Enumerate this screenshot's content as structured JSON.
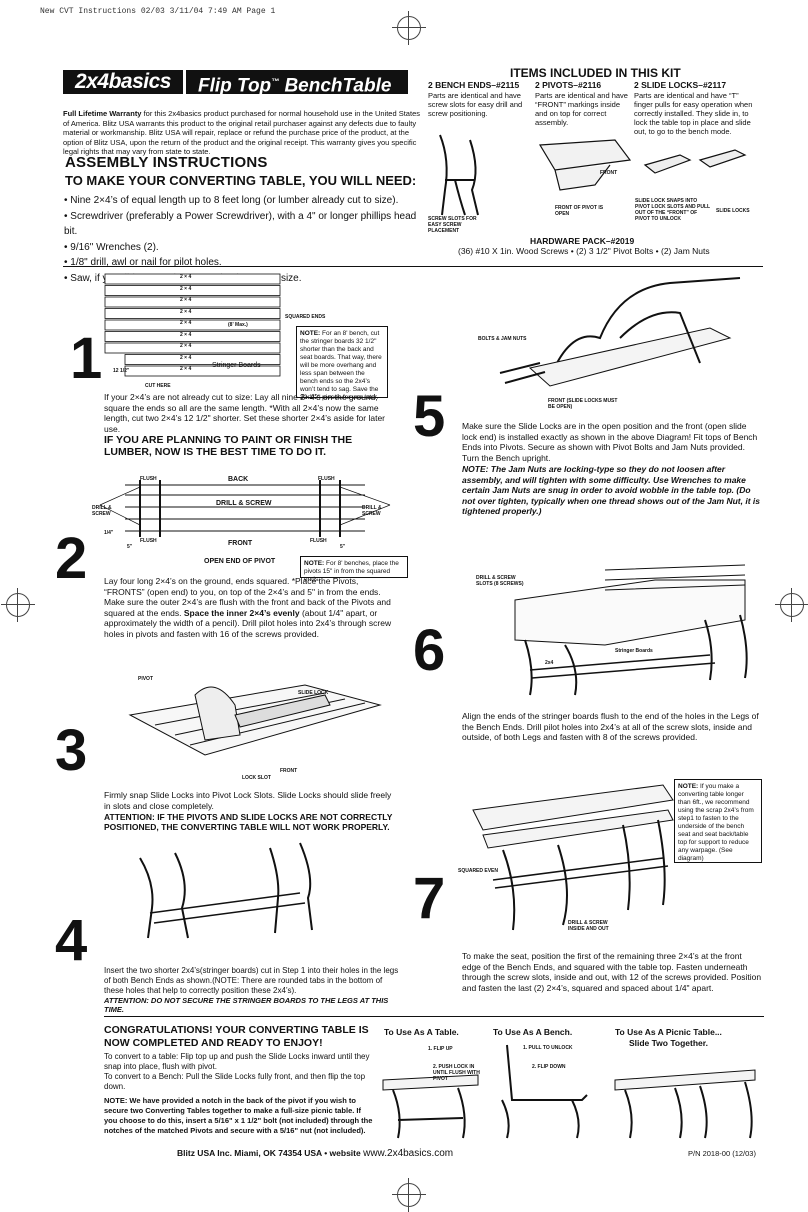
{
  "print_header": "New CVT Instructions 02/03   3/11/04   7:49 AM   Page 1",
  "logo": "2x4basics",
  "product_title": "Flip Top",
  "product_title_tm": "™",
  "product_title_rest": "BenchTable",
  "warranty": {
    "label": "Full Lifetime Warranty",
    "text": "for this 2x4basics product purchased for normal household use in the United States of America. Blitz USA warrants this product to the original retail purchaser against any defects due to faulty material or workmanship. Blitz USA will repair, replace or refund the purchase price of the product, at the option of Blitz USA, upon the return of the product and the original receipt. This warranty gives you specific legal rights that may vary from state to state."
  },
  "assembly_heading": "ASSEMBLY INSTRUCTIONS",
  "need_heading": "TO MAKE YOUR CONVERTING TABLE, YOU WILL NEED:",
  "needs": [
    "• Nine 2×4’s of equal length up to 8 feet long (or lumber already cut to size).",
    "• Screwdriver (preferably a Power Screwdriver), with a 4\" or longer phillips head bit.",
    "• 9/16\" Wrenches (2).",
    "• 1/8\" drill, awl or nail for pilot holes.",
    "• Saw, if you did not purchase your lumber cut to size."
  ],
  "kit": {
    "heading": "ITEMS INCLUDED IN THIS KIT",
    "items": [
      {
        "title": "2 BENCH ENDS–#2115",
        "text": "Parts are identical and have screw slots for easy drill and screw positioning."
      },
      {
        "title": "2 PIVOTS–#2116",
        "text": "Parts are identical and have “FRONT” markings inside and on top for correct assembly."
      },
      {
        "title": "2 SLIDE LOCKS–#2117",
        "text": "Parts are identical and have “T” finger pulls for easy operation when correctly installed. They slide in, to lock the table top in place and slide out, to go to the bench mode."
      }
    ],
    "callouts": {
      "screw_slots": "SCREW SLOTS FOR EASY SCREW PLACEMENT",
      "front": "FRONT",
      "front_of_pivot": "FRONT OF PIVOT IS OPEN",
      "slide_snaps": "SLIDE LOCK SNAPS INTO PIVOT LOCK SLOTS AND PULL OUT OF THE “FRONT” OF PIVOT TO UNLOCK",
      "slide_locks": "SLIDE LOCKS"
    },
    "hardware_heading": "HARDWARE PACK–#2019",
    "hardware_text": "(36) #10 X 1in. Wood Screws • (2) 3 1/2\" Pivot Bolts • (2) Jam Nuts"
  },
  "step1": {
    "number": "1",
    "boards": [
      "2 × 4",
      "2 × 4",
      "2 × 4",
      "2 × 4",
      "2 × 4",
      "2 × 4",
      "2 × 4",
      "2 × 4",
      "2 × 4"
    ],
    "squared_ends": "SQUARED ENDS",
    "max": "(8' Max.)",
    "stringer": "Stringer Boards",
    "dim": "12 1/2\"",
    "cut_here": "CUT HERE",
    "note_label": "NOTE:",
    "note": "For an 8' bench, cut the stringer boards 32 1/2\" shorter than the back and seat boards. That way, there will be more overhang and less span between the bench ends so the 2x4’s won’t tend to sag. Save the 32 1/2\" pieces for use later.",
    "text": "If your 2×4’s are not already cut to size: Lay all nine 2×4’s on the ground, square the ends so all are the same length. *With all 2×4’s now the same length, cut two 2×4’s 12 1/2\" shorter. Set these shorter 2×4’s aside for later use.",
    "warning": "IF YOU ARE PLANNING TO PAINT OR FINISH THE LUMBER, NOW IS THE BEST TIME TO DO IT."
  },
  "step2": {
    "number": "2",
    "labels": {
      "flush": "FLUSH",
      "back": "BACK",
      "drill_screw": "DRILL & SCREW",
      "front": "FRONT",
      "five": "5\"",
      "quarter": "1/4\"",
      "open_end": "OPEN END OF PIVOT"
    },
    "note_label": "NOTE:",
    "note": "For 8' benches, place the pivots 15\" in from the squared ends.",
    "text1": "Lay four long 2×4’s on the ground, ends squared. *Place the Pivots, “FRONTS” (open end) to you, on top of the 2×4’s and 5\" in from the ends. Make sure the outer 2×4’s are flush with the front and back of the Pivots and squared at the ends.",
    "text2_bold": "Space the inner 2×4’s evenly",
    "text2": "(about 1/4\" apart, or approximately the width of a pencil). Drill pilot holes into 2x4’s through screw holes in pivots and fasten with 16 of the screws provided."
  },
  "step3": {
    "number": "3",
    "labels": {
      "pivot": "PIVOT",
      "slide_lock": "SLIDE LOCK",
      "lock_slot": "LOCK SLOT",
      "front": "FRONT"
    },
    "text": "Firmly snap Slide Locks into Pivot Lock Slots. Slide Locks should slide freely in slots and close completely.",
    "warning": "ATTENTION: IF THE PIVOTS AND SLIDE LOCKS ARE NOT CORRECTLY POSITIONED, THE CONVERTING TABLE WILL NOT WORK PROPERLY."
  },
  "step4": {
    "number": "4",
    "text": "Insert the two shorter 2x4’s(stringer boards) cut in Step 1 into their holes in the legs of both Bench Ends as shown.(NOTE: There are rounded tabs in the bottom of these holes that help to correctly position these 2x4’s).",
    "warning": "ATTENTION: DO NOT SECURE THE STRINGER BOARDS TO THE LEGS AT THIS TIME."
  },
  "step5": {
    "number": "5",
    "labels": {
      "bolts": "BOLTS & JAM NUTS",
      "front_note": "FRONT (SLIDE LOCKS MUST BE OPEN)"
    },
    "text": "Make sure the Slide Locks are in the open position and the front (open slide lock end) is installed exactly as shown in the above Diagram! Fit tops of Bench Ends into Pivots. Secure as shown with Pivot Bolts and Jam Nuts provided. Turn the Bench upright.",
    "note": "NOTE: The Jam Nuts are locking-type so they do not loosen after assembly, and will tighten with some difficulty. Use Wrenches to make certain Jam Nuts are snug in order to avoid wobble in the table top. (Do not over tighten, typically when one thread shows out of the Jam Nut, it is tightened properly.)"
  },
  "step6": {
    "number": "6",
    "labels": {
      "drill": "DRILL & SCREW SLOTS (8 SCREWS)",
      "two_by_four": "2x4",
      "stringer": "Stringer Boards"
    },
    "text": "Align the ends of the stringer boards flush to the end of the holes in the Legs of the Bench Ends. Drill pilot holes into 2x4’s at all of the screw slots, inside and outside, of both Legs and fasten with 8 of the screws provided."
  },
  "step7": {
    "number": "7",
    "labels": {
      "squared": "SQUARED EVEN",
      "drill": "DRILL & SCREW INSIDE AND OUT"
    },
    "note_label": "NOTE:",
    "note": "If you make a converting table longer than 6ft., we recommend using the scrap 2x4’s from step1 to fasten to the underside of the bench seat and seat back/table top for support to reduce any warpage. (See diagram)",
    "text": "To make the seat, position the first of the remaining three 2×4’s at the front edge of the Bench Ends, and squared with the table top. Fasten underneath through the screw slots, inside and out, with 12 of the screws provided. Position and fasten the last (2) 2×4’s, squared and spaced about 1/4\" apart."
  },
  "congrats": {
    "heading": "CONGRATULATIONS! YOUR CONVERTING TABLE IS NOW COMPLETED AND READY TO ENJOY!",
    "text1": "To convert to a table: Flip top up and push the Slide Locks inward until they snap into place, flush with pivot.",
    "text2": "To convert to a Bench: Pull the Slide Locks fully front, and then flip the top down.",
    "note": "NOTE: We have provided a notch in the back of the pivot if you wish to secure two Converting Tables together to make a full-size picnic table. If you choose to do this, insert a 5/16\" x 1 1/2\" bolt (not included) through the notches of the matched Pivots and secure with a 5/16\" nut (not included)."
  },
  "uses": {
    "table": "To Use As A Table.",
    "bench": "To Use As A Bench.",
    "picnic1": "To Use As A Picnic Table...",
    "picnic2": "Slide Two Together.",
    "flip_up": "1. FLIP UP",
    "push_lock": "2. PUSH LOCK IN UNTIL FLUSH WITH PIVOT",
    "pull_unlock": "1. PULL TO UNLOCK",
    "flip_down": "2. FLIP DOWN"
  },
  "footer": {
    "company": "Blitz USA Inc.  Miami, OK 74354  USA  •  website",
    "website": "www.2x4basics.com",
    "pn": "P/N 2018-00 (12/03)"
  }
}
